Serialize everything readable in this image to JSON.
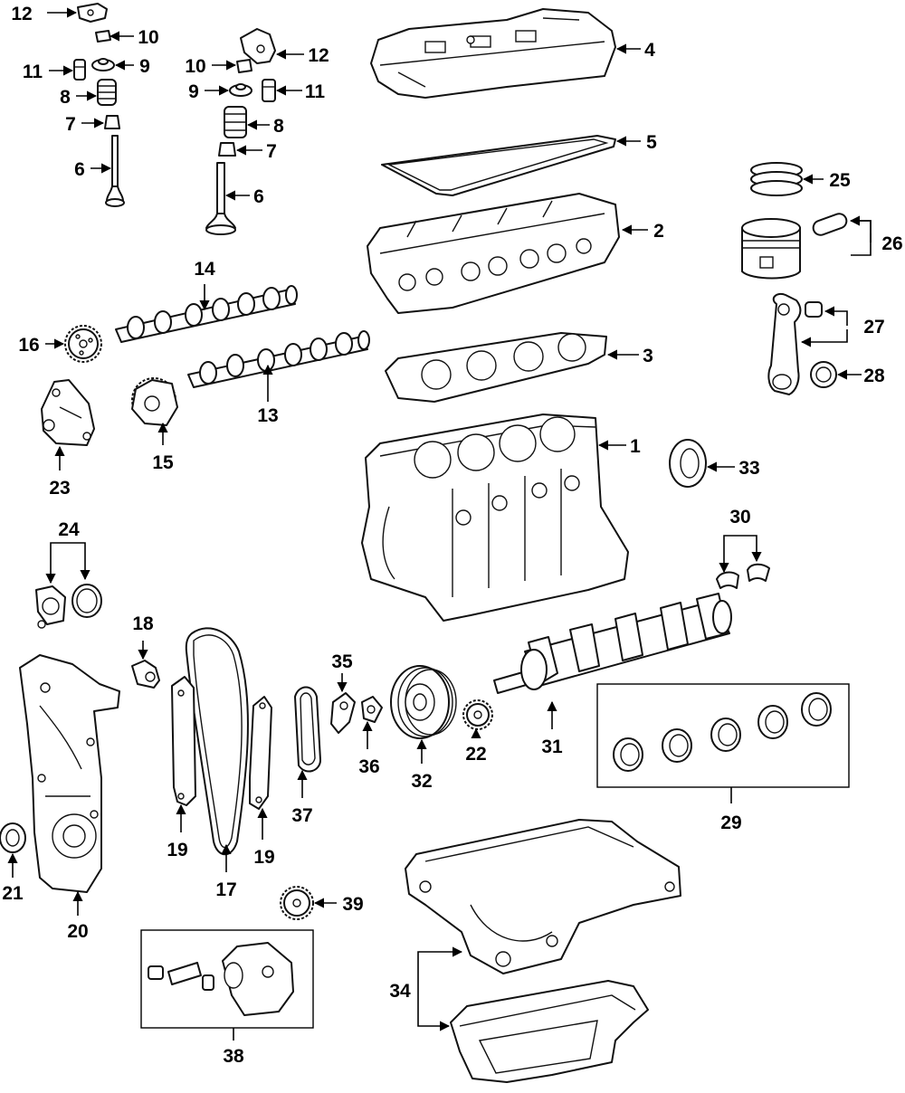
{
  "callouts": {
    "c1": "1",
    "c2": "2",
    "c3": "3",
    "c4": "4",
    "c5": "5",
    "c6a": "6",
    "c6b": "6",
    "c7a": "7",
    "c7b": "7",
    "c8a": "8",
    "c8b": "8",
    "c9a": "9",
    "c9b": "9",
    "c10a": "10",
    "c10b": "10",
    "c11a": "11",
    "c11b": "11",
    "c12a": "12",
    "c12b": "12",
    "c13": "13",
    "c14": "14",
    "c15": "15",
    "c16": "16",
    "c17": "17",
    "c18": "18",
    "c19a": "19",
    "c19b": "19",
    "c20": "20",
    "c21": "21",
    "c22": "22",
    "c23": "23",
    "c24": "24",
    "c25": "25",
    "c26": "26",
    "c27": "27",
    "c28": "28",
    "c29": "29",
    "c30": "30",
    "c31": "31",
    "c32": "32",
    "c33": "33",
    "c34": "34",
    "c35": "35",
    "c36": "36",
    "c37": "37",
    "c38": "38",
    "c39": "39"
  }
}
